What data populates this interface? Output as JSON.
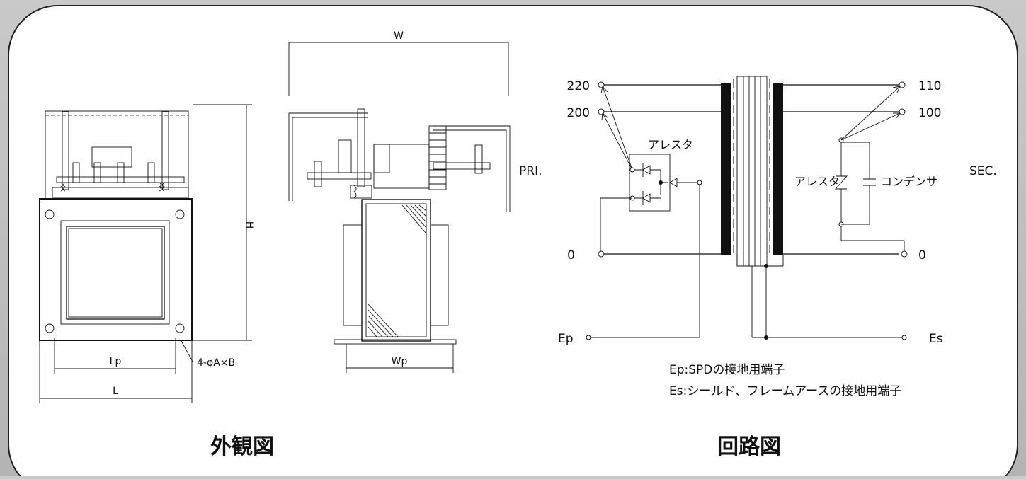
{
  "exterior": {
    "title": "外観図",
    "dim_w": "W",
    "dim_h": "H",
    "dim_lp": "Lp",
    "dim_l": "L",
    "dim_wp": "Wp",
    "hole_spec": "4-φA×B",
    "pri_label": "PRI."
  },
  "circuit": {
    "title": "回路図",
    "sec_label": "SEC.",
    "primary_taps": [
      "220",
      "200",
      "0"
    ],
    "secondary_taps": [
      "110",
      "100",
      "0"
    ],
    "arrester_primary": "アレスタ",
    "arrester_secondary": "アレスタ",
    "condenser": "コンデンサ",
    "ep_label": "Ep",
    "es_label": "Es",
    "legend_ep": "Ep:SPDの接地用端子",
    "legend_es": "Es:シールド、フレームアースの接地用端子"
  }
}
